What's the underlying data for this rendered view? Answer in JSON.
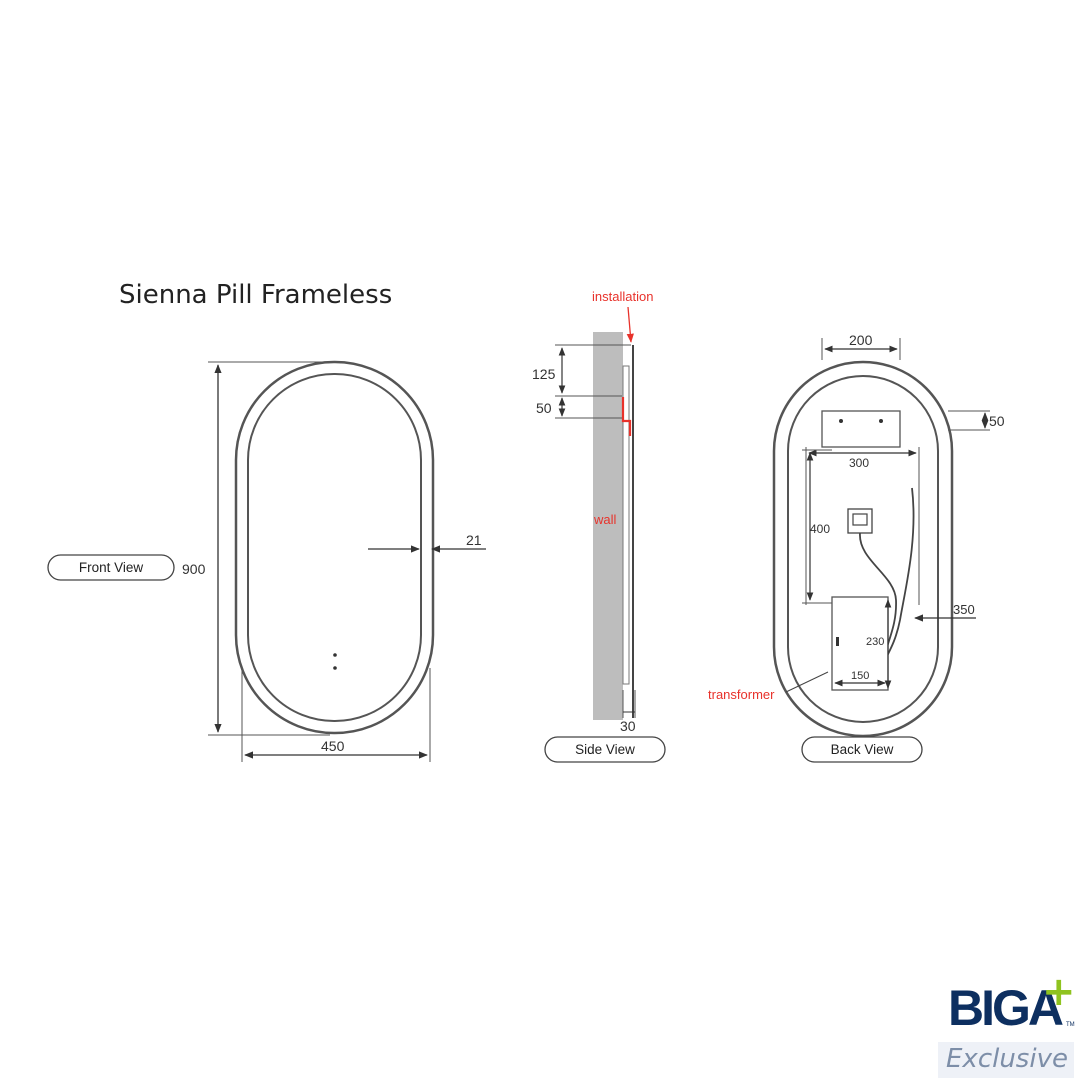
{
  "title": "Sienna Pill Frameless",
  "views": {
    "front": "Front View",
    "side": "Side View",
    "back": "Back View"
  },
  "front_dims": {
    "height": "900",
    "width": "450",
    "edge": "21"
  },
  "side_dims": {
    "top_offset": "125",
    "bracket": "50",
    "depth": "30"
  },
  "side_labels": {
    "installation": "installation",
    "wall": "wall"
  },
  "back_dims": {
    "bracket_width": "200",
    "bracket_height": "50",
    "panel_width": "300",
    "panel_height": "400",
    "cable": "350",
    "transformer_height": "230",
    "transformer_width": "150"
  },
  "back_labels": {
    "transformer": "transformer"
  },
  "logo": {
    "brand": "BIGA",
    "mark": "+",
    "tm": "TM",
    "tagline": "Exclusive"
  },
  "colors": {
    "line": "#555555",
    "dim": "#333333",
    "accent": "#e8322b",
    "wall": "#bdbdbd",
    "logo_blue": "#0d2f60",
    "logo_green": "#8fc31f"
  }
}
